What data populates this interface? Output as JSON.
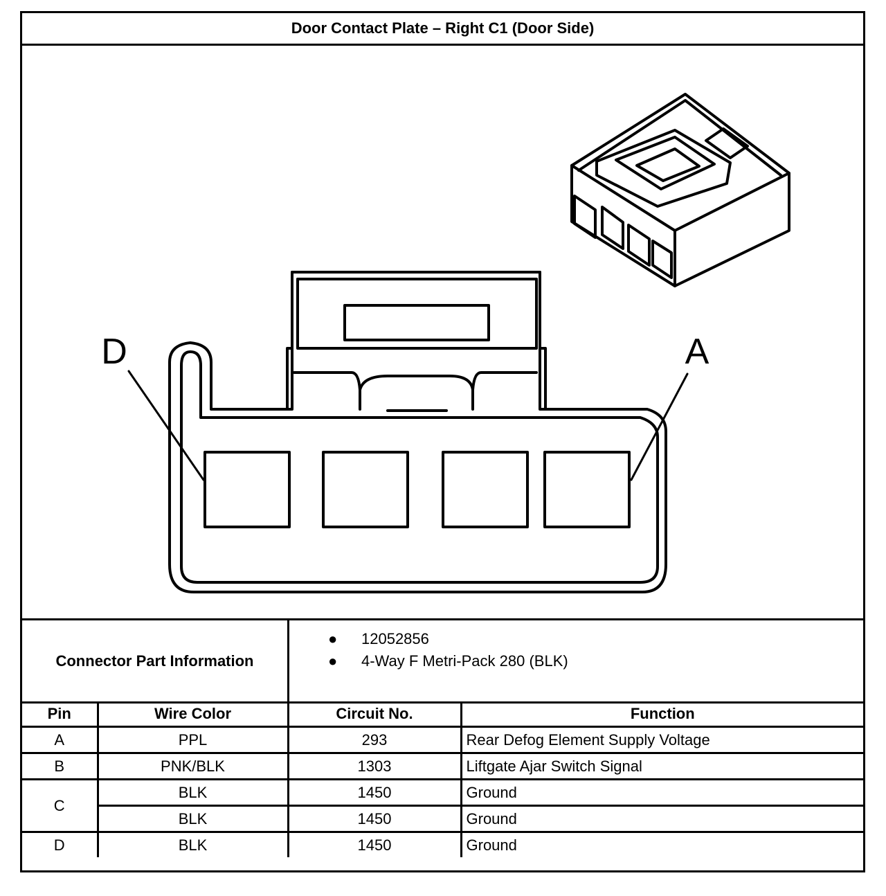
{
  "title": "Door Contact Plate – Right C1 (Door Side)",
  "diagram": {
    "pin_label_left": "D",
    "pin_label_right": "A"
  },
  "connector_info": {
    "label": "Connector Part Information",
    "items": [
      "12052856",
      "4-Way F Metri-Pack 280 (BLK)"
    ]
  },
  "table": {
    "headers": [
      "Pin",
      "Wire Color",
      "Circuit No.",
      "Function"
    ],
    "rows": [
      {
        "pin": "A",
        "wire_color": "PPL",
        "circuit": "293",
        "function": "Rear Defog Element Supply Voltage"
      },
      {
        "pin": "B",
        "wire_color": "PNK/BLK",
        "circuit": "1303",
        "function": "Liftgate Ajar Switch Signal"
      },
      {
        "pin": "C",
        "wire_color": "BLK",
        "circuit": "1450",
        "function": "Ground"
      },
      {
        "pin": "",
        "wire_color": "BLK",
        "circuit": "1450",
        "function": "Ground"
      },
      {
        "pin": "D",
        "wire_color": "BLK",
        "circuit": "1450",
        "function": "Ground"
      }
    ]
  }
}
